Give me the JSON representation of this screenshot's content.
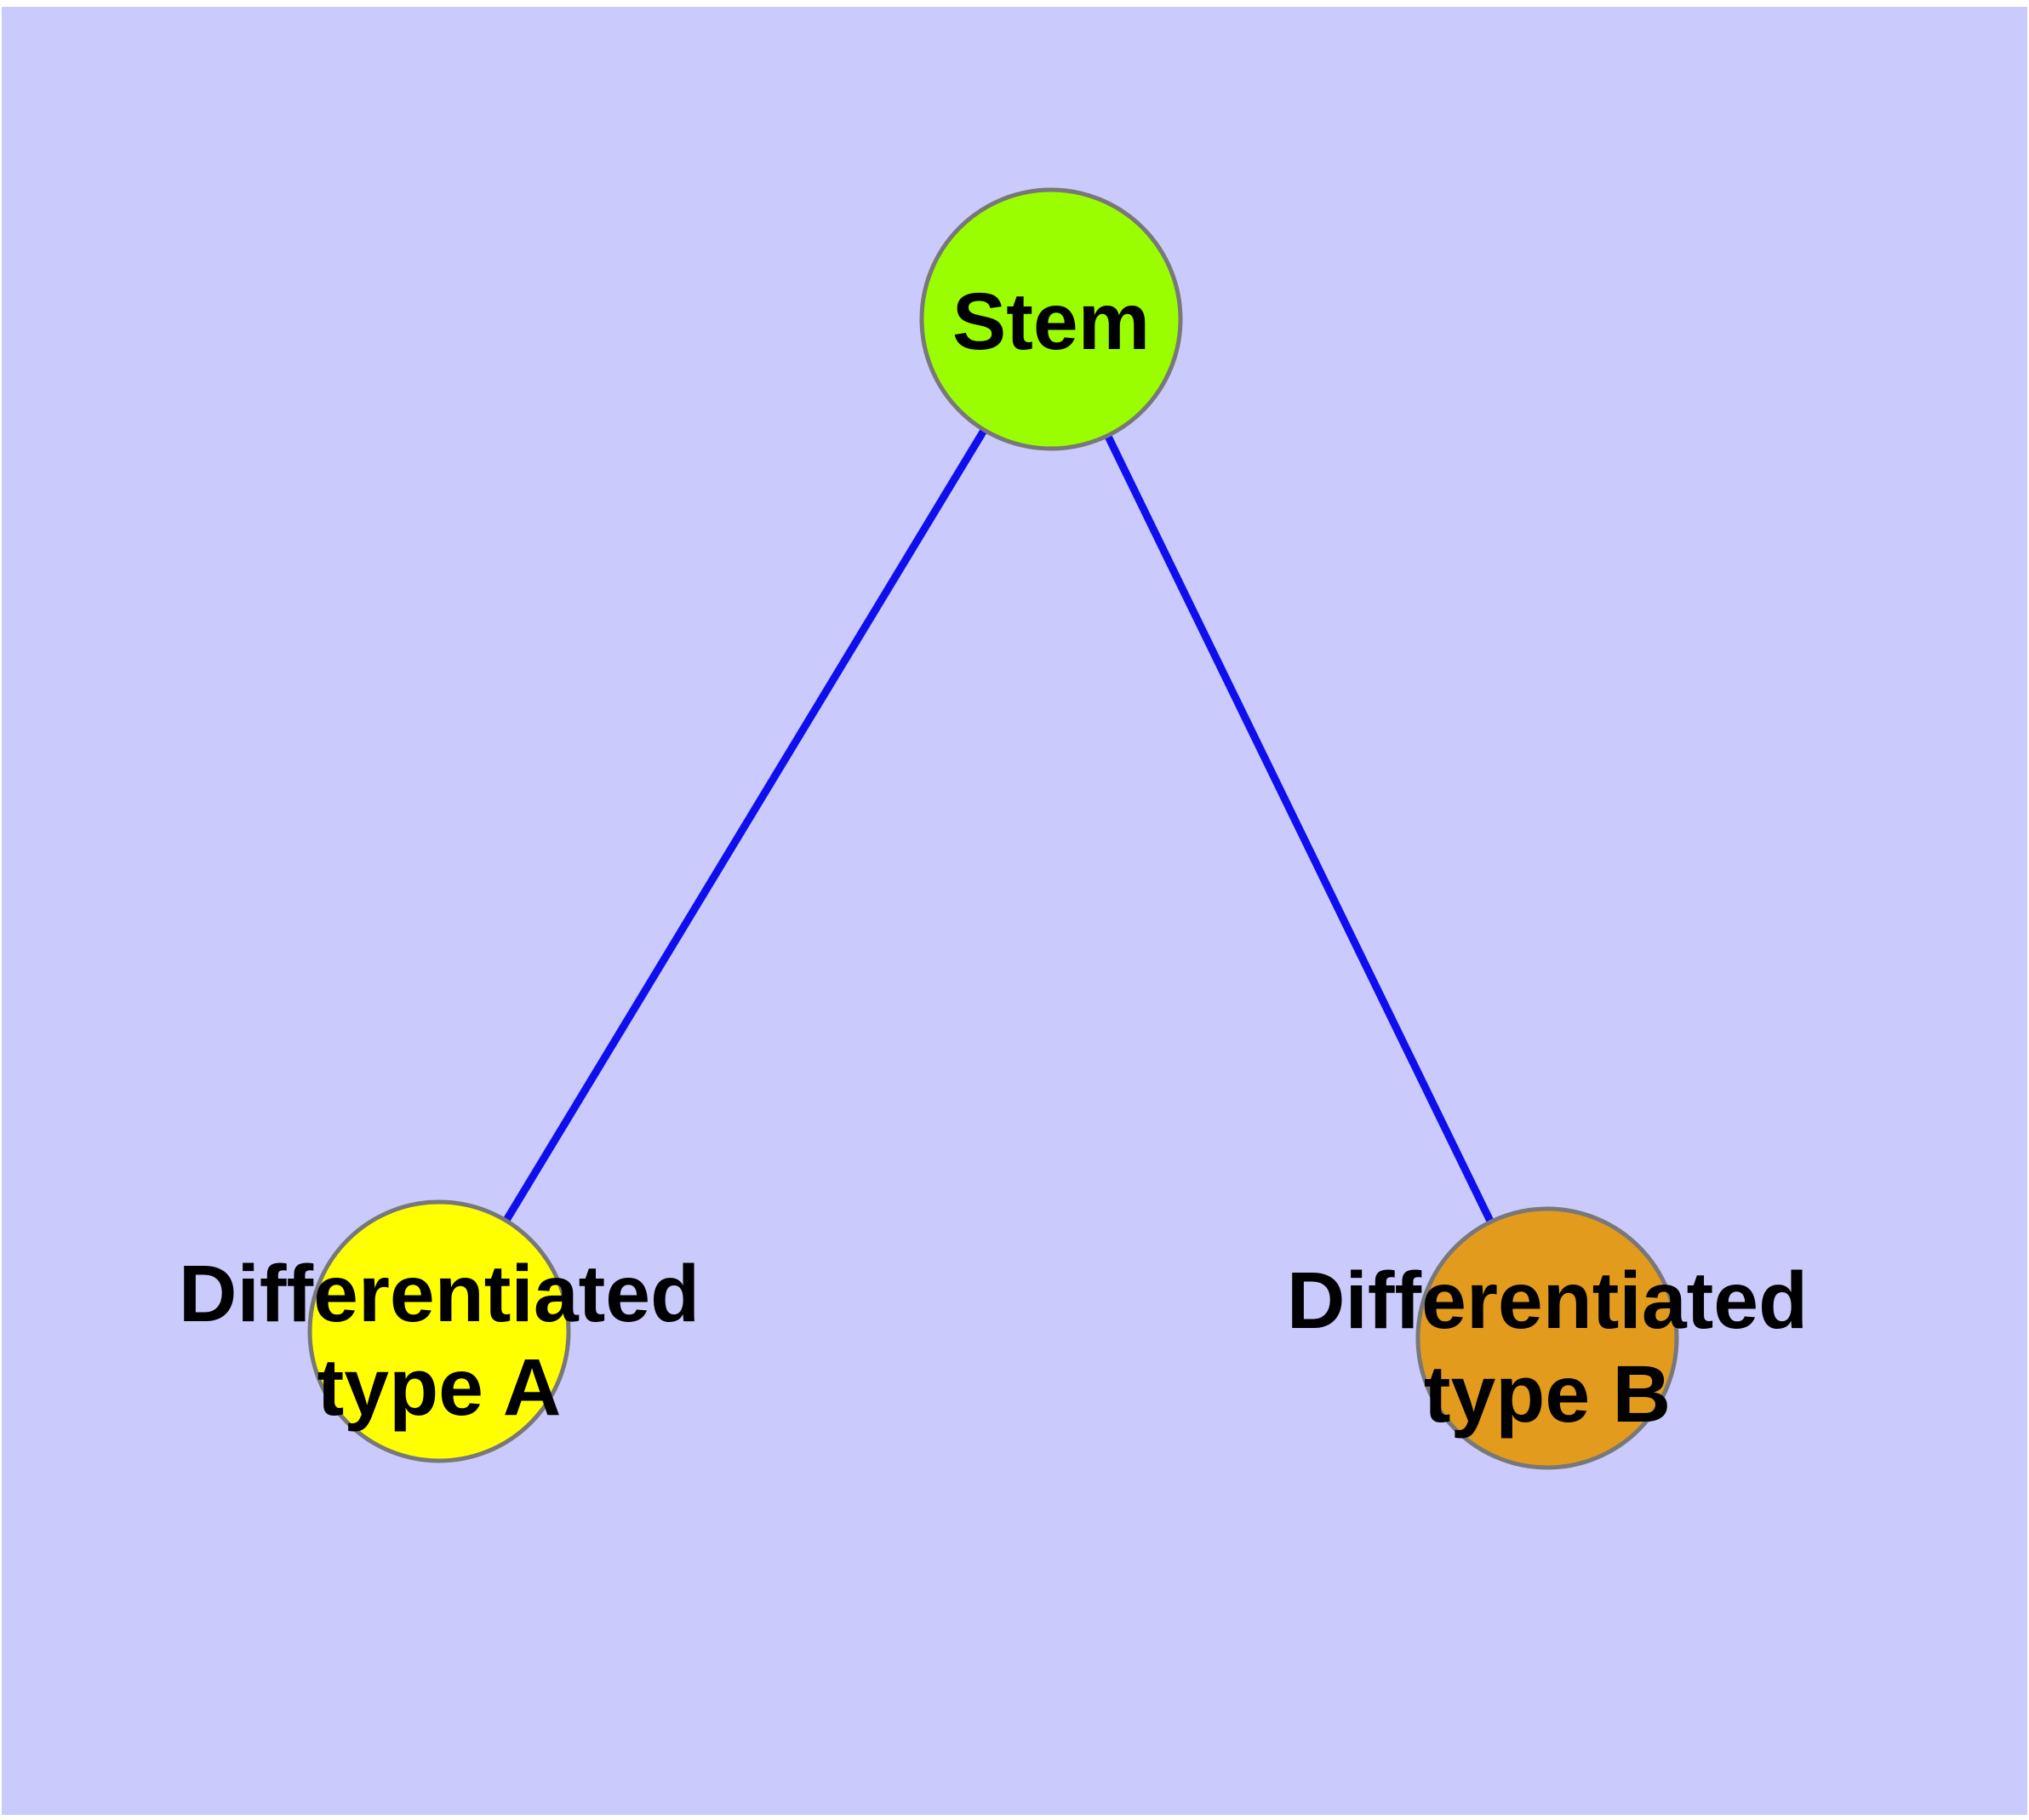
{
  "diagram": {
    "background_color": "#cacafc",
    "margin_color": "#ffffff",
    "edge_color": "#0f0fee",
    "node_border_color": "#787878",
    "label_color": "#000000",
    "nodes": [
      {
        "id": "stem",
        "label_lines": [
          "Stem"
        ],
        "color": "#9afe00"
      },
      {
        "id": "differentiated-type-a",
        "label_lines": [
          "Differentiated",
          "type A"
        ],
        "color": "#ffff00"
      },
      {
        "id": "differentiated-type-b",
        "label_lines": [
          "Differentiated",
          "type B"
        ],
        "color": "#e39b1e"
      }
    ],
    "edges": [
      {
        "from": "stem",
        "to": "differentiated-type-a"
      },
      {
        "from": "stem",
        "to": "differentiated-type-b"
      }
    ]
  }
}
